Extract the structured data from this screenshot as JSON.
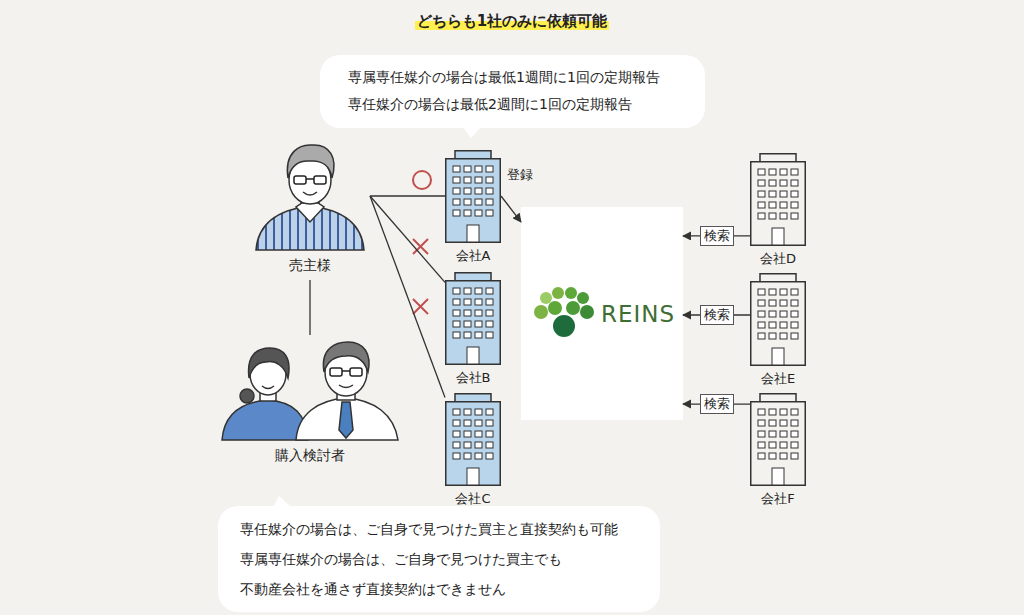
{
  "diagram": {
    "title": "どちらも1社のみに依頼可能",
    "nodes": [
      {
        "text": [
          "専属専任媒介の場合は最低1週間に1回の定期報告",
          "専任媒介の場合は最低2週間に1回の定期報告"
        ]
      },
      {
        "text": [
          "売主様"
        ]
      },
      {
        "text": [
          "会社A"
        ]
      },
      {
        "text": [
          "会社B"
        ]
      },
      {
        "text": [
          "会社C"
        ]
      },
      {
        "text": [
          "REINS"
        ]
      },
      {
        "text": [
          "会社D"
        ]
      },
      {
        "text": [
          "会社E"
        ]
      },
      {
        "text": [
          "会社F"
        ]
      },
      {
        "text": [
          "購入検討者"
        ]
      },
      {
        "text": [
          "専任媒介の場合は、ご自身で見つけた買主と直接契約も可能",
          "専属専任媒介の場合は、ご自身で見つけた買主でも 不動産会社を通さず直接契約はできません"
        ]
      }
    ],
    "edges": [
      {
        "from": 1,
        "to": 2,
        "arrow": "none"
      },
      {
        "from": 1,
        "to": 3,
        "arrow": "none"
      },
      {
        "from": 1,
        "to": 4,
        "arrow": "none"
      },
      {
        "from": 1,
        "to": 9,
        "arrow": "none"
      },
      {
        "from": 2,
        "to": 5,
        "label": "登録",
        "arrow": "to"
      },
      {
        "from": 6,
        "to": 5,
        "label": "検索",
        "arrow": "to"
      },
      {
        "from": 7,
        "to": 5,
        "label": "検索",
        "arrow": "to"
      },
      {
        "from": 8,
        "to": 5,
        "label": "検索",
        "arrow": "to"
      }
    ]
  }
}
